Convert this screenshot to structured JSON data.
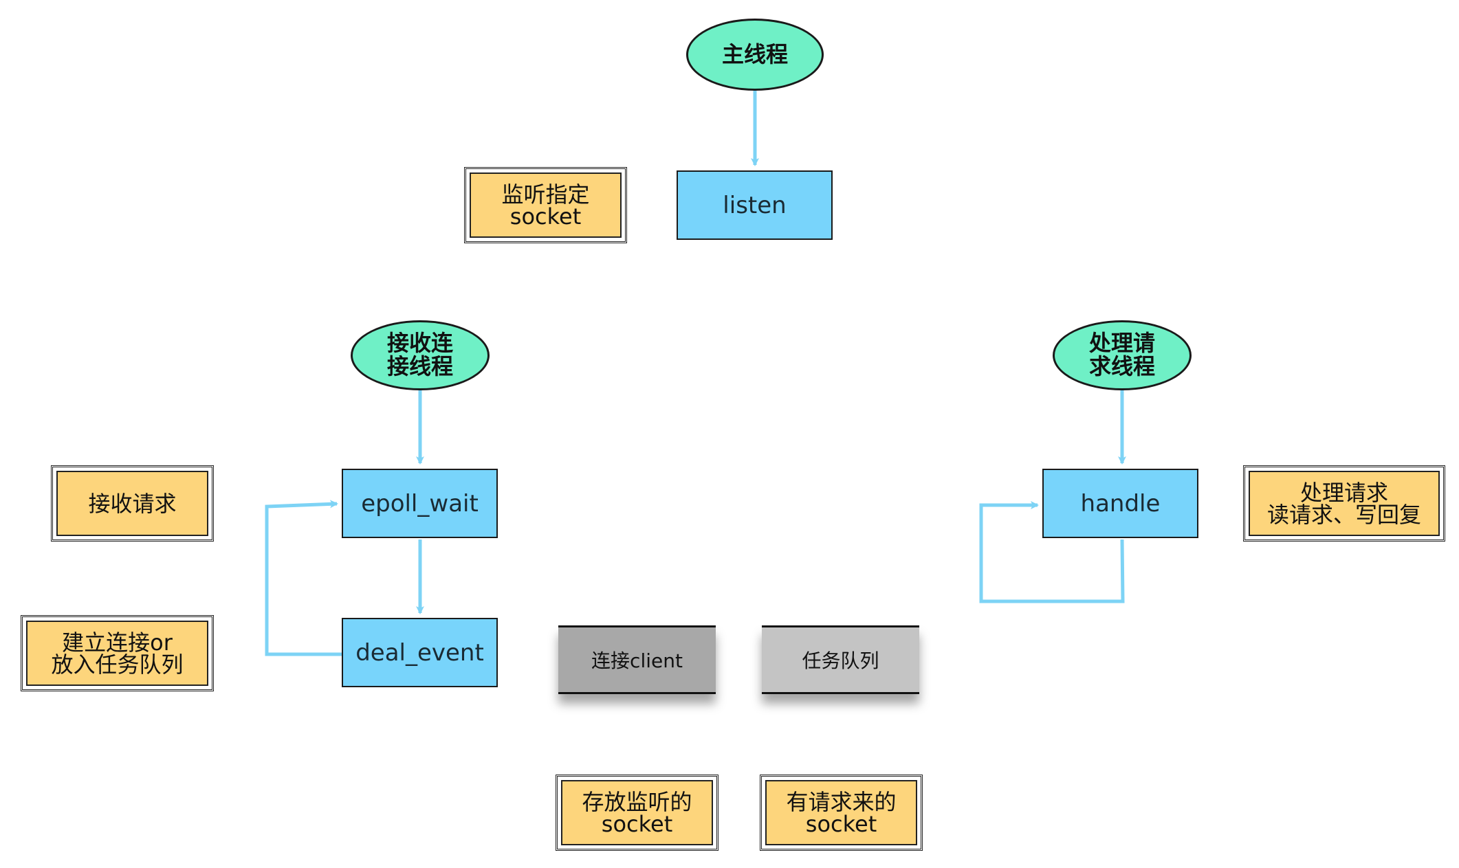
{
  "colors": {
    "thread_fill": "#6ff0c6",
    "process_fill": "#78d4fb",
    "note_fill": "#fdd57c",
    "arrow": "#7dd3f5",
    "store_dark": "#a8a8a8",
    "store_light": "#c4c4c4"
  },
  "threads": {
    "main": "主线程",
    "accept": [
      "接收连",
      "接线程"
    ],
    "handle": [
      "处理请",
      "求线程"
    ]
  },
  "processes": {
    "listen": "listen",
    "epoll_wait": "epoll_wait",
    "deal_event": "deal_event",
    "handle": "handle"
  },
  "notes": {
    "listen": [
      "监听指定",
      "socket"
    ],
    "epoll_wait": [
      "接收请求"
    ],
    "deal_event": [
      "建立连接or",
      "放入任务队列"
    ],
    "handle": [
      "处理请求",
      "读请求、写回复"
    ],
    "store_client": [
      "存放监听的",
      "socket"
    ],
    "store_task": [
      "有请求来的",
      "socket"
    ]
  },
  "stores": {
    "client": "连接client",
    "task": "任务队列"
  }
}
